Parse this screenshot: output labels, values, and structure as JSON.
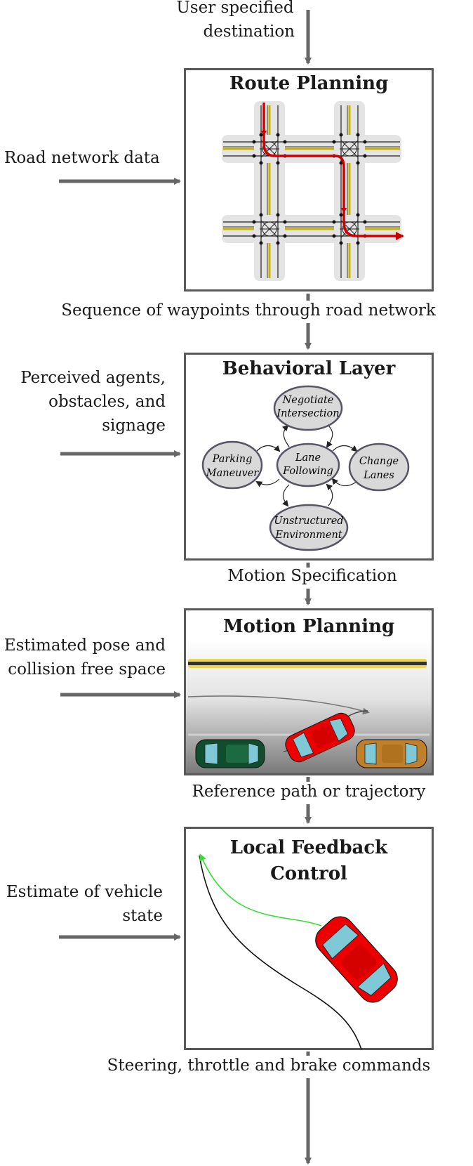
{
  "top_input": {
    "line1": "User specified",
    "line2": "destination"
  },
  "stages": [
    {
      "title": "Route Planning",
      "input": [
        "Road network data"
      ],
      "output": "Sequence of waypoints through road network"
    },
    {
      "title": "Behavioral Layer",
      "input": [
        "Perceived agents,",
        "obstacles, and",
        "signage"
      ],
      "output": "Motion Specification"
    },
    {
      "title": "Motion Planning",
      "input": [
        "Estimated pose and",
        "collision free space"
      ],
      "output": "Reference path or trajectory"
    },
    {
      "title_lines": [
        "Local Feedback",
        "Control"
      ],
      "input": [
        "Estimate of vehicle",
        "state"
      ],
      "output": "Steering, throttle and brake commands"
    }
  ],
  "behavior_states": {
    "intersection": [
      "Negotiate",
      "Intersection"
    ],
    "lane": [
      "Lane",
      "Following"
    ],
    "parking": [
      "Parking",
      "Maneuver"
    ],
    "change": [
      "Change",
      "Lanes"
    ],
    "unstructured": [
      "Unstructured",
      "Environment"
    ]
  },
  "colors": {
    "arrow": "#666666",
    "box_border": "#5a5a5a",
    "route": "#cc0000",
    "road_stripe": "#c8b400",
    "node_fill": "#d9d9d9",
    "car_red": "#ee0000",
    "car_green": "#0f4d2c",
    "car_orange": "#c07f2a",
    "glass": "#7fc8d6",
    "path_green": "#33dd33"
  }
}
